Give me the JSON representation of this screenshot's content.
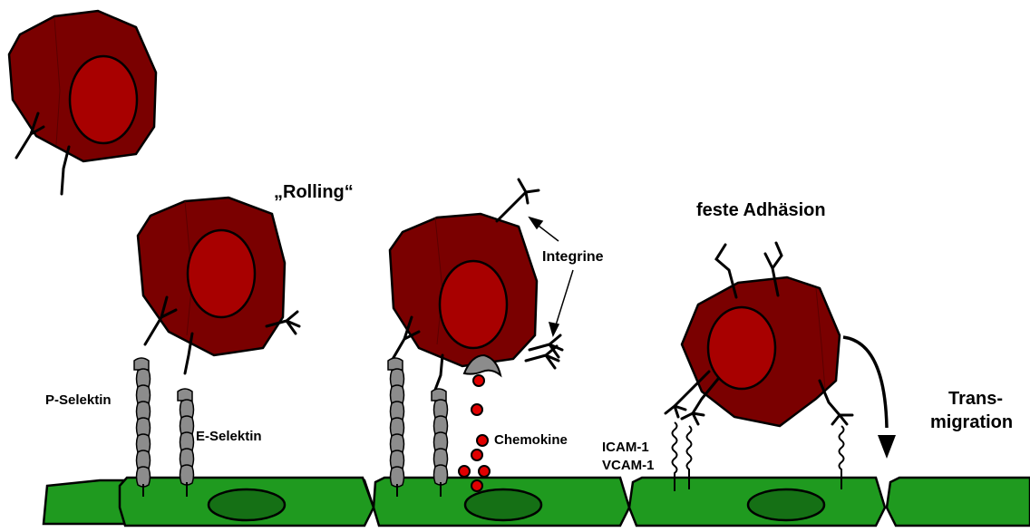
{
  "labels": {
    "rolling": "„Rolling“",
    "integrine": "Integrine",
    "feste_adhaesion": "feste Adhäsion",
    "p_selektin": "P-Selektin",
    "e_selektin": "E-Selektin",
    "chemokine": "Chemokine",
    "icam": "ICAM-1",
    "vcam": "VCAM-1",
    "trans": "Trans-",
    "migration": "migration"
  },
  "colors": {
    "leukocyte": "#7a0000",
    "nucleus": "#a80000",
    "endothelium": "#1f9a1f",
    "endo_nucleus": "#157015",
    "selectin": "#8c8c8c",
    "chemokine": "#e00000"
  }
}
